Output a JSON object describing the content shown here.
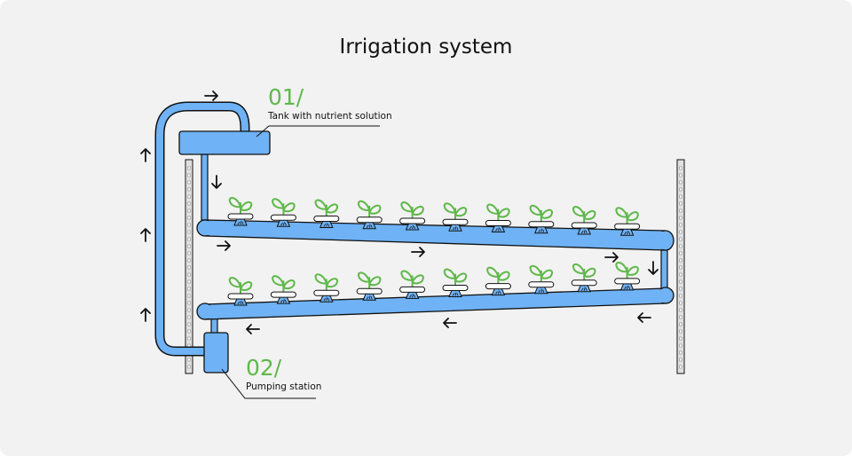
{
  "title": "Irrigation system",
  "colors": {
    "background": "#f2f2f2",
    "pipe": "#6fb2f5",
    "outline": "#111111",
    "plant": "#5fb84a"
  },
  "annotations": [
    {
      "number": "01/",
      "label": "Tank with nutrient solution"
    },
    {
      "number": "02/",
      "label": "Pumping station"
    }
  ],
  "plants_per_channel": 10,
  "channels": [
    {
      "name": "upper",
      "flow": "right"
    },
    {
      "name": "lower",
      "flow": "left"
    }
  ]
}
